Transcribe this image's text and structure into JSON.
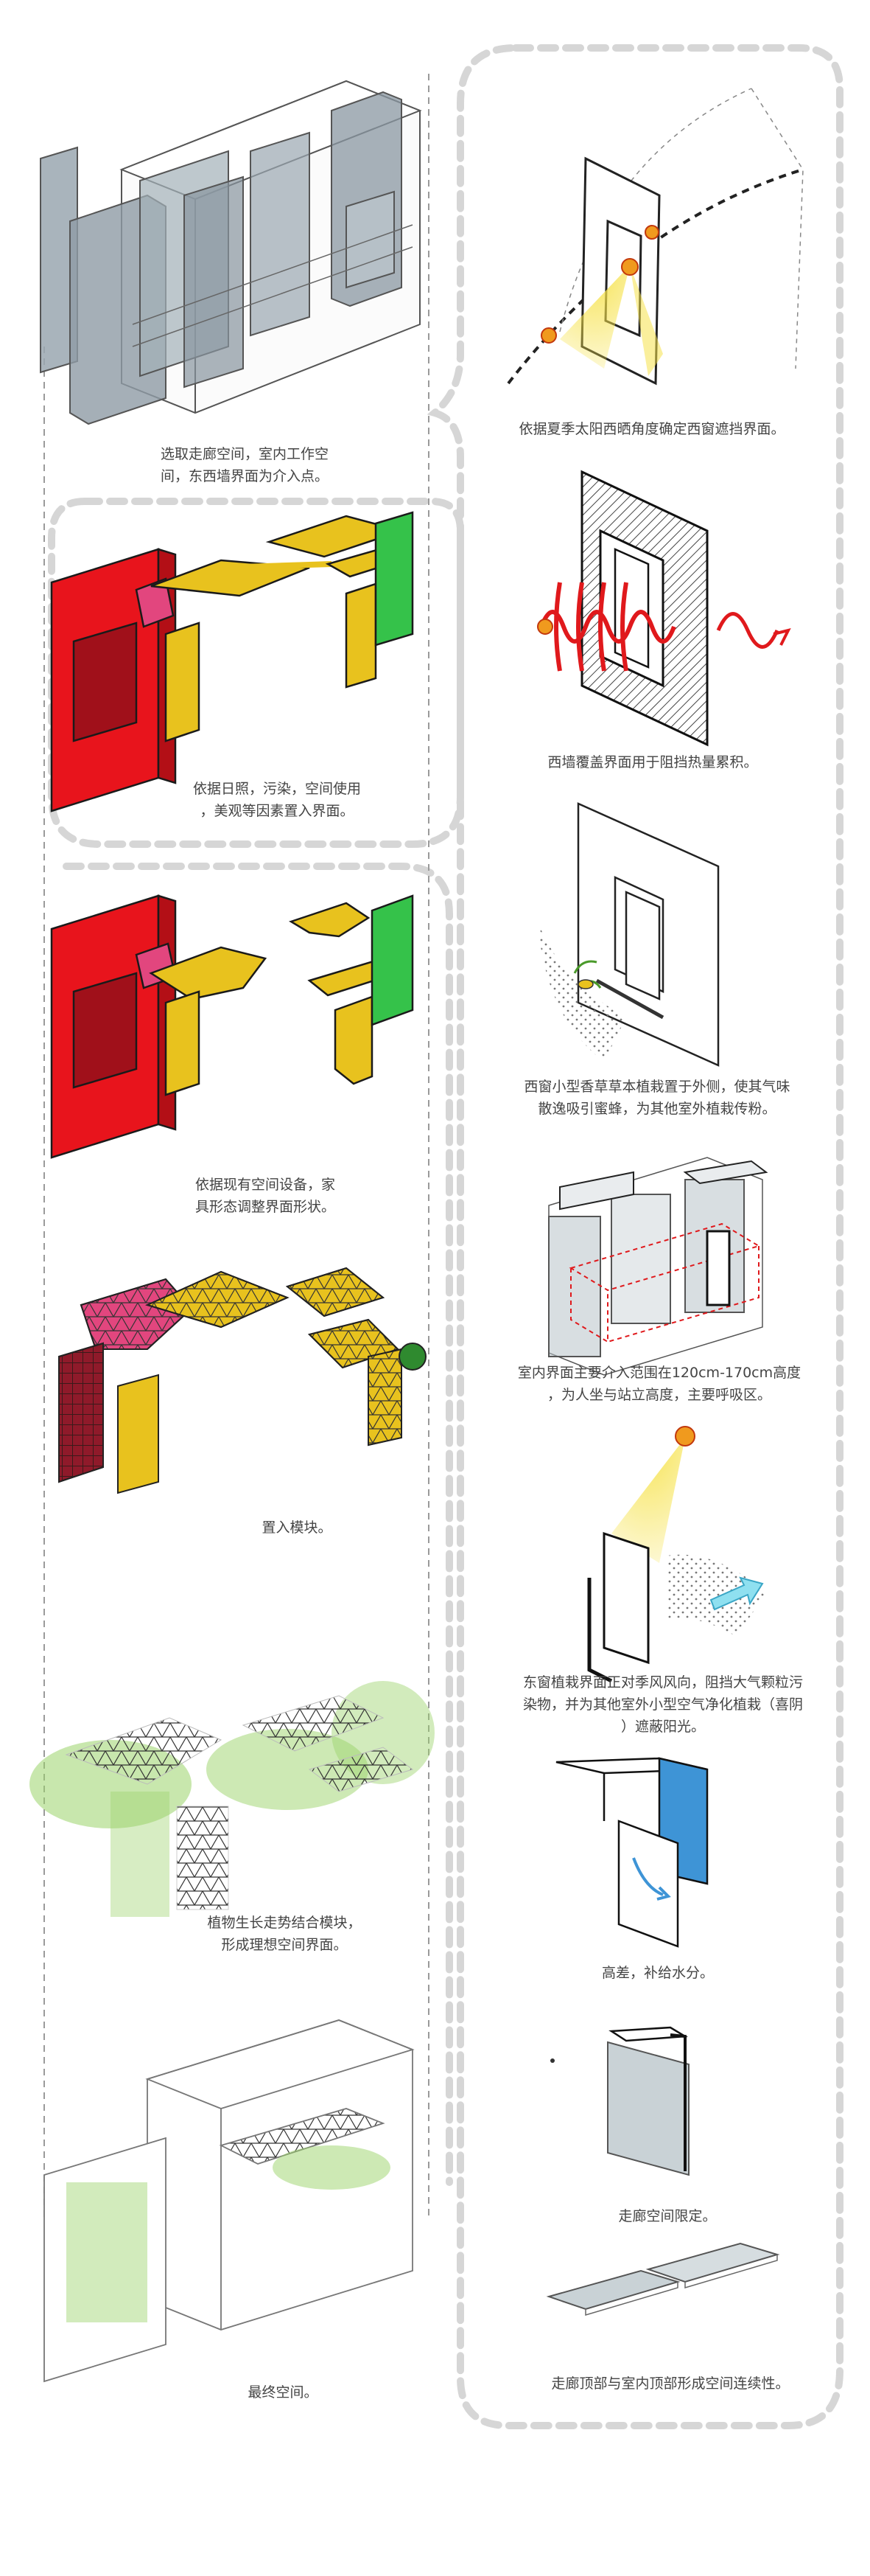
{
  "left_column": {
    "steps": [
      {
        "caption": "选取走廊空间，室内工作空\n间，东西墙界面为介入点。"
      },
      {
        "caption": "依据日照，污染，空间使用\n，美观等因素置入界面。"
      },
      {
        "caption": "依据现有空间设备，家\n具形态调整界面形状。"
      },
      {
        "caption": "置入模块。"
      },
      {
        "caption": "植物生长走势结合模块，\n形成理想空间界面。"
      },
      {
        "caption": "最终空间。"
      }
    ]
  },
  "right_column": {
    "steps": [
      {
        "caption": "依据夏季太阳西晒角度确定西窗遮挡界面。"
      },
      {
        "caption": "西墙覆盖界面用于阻挡热量累积。"
      },
      {
        "caption": "西窗小型香草草本植栽置于外侧，使其气味\n散逸吸引蜜蜂，为其他室外植栽传粉。"
      },
      {
        "caption": "室内界面主要介入范围在120cm-170cm高度\n，为人坐与站立高度，主要呼吸区。"
      },
      {
        "caption": "东窗植栽界面正对季风风向，阻挡大气颗粒污\n染物，并为其他室外小型空气净化植栽（喜阴\n）遮蔽阳光。"
      },
      {
        "caption": "高差，补给水分。"
      },
      {
        "caption": "走廊空间限定。"
      },
      {
        "caption": "走廊顶部与室内顶部形成空间连续性。"
      }
    ]
  },
  "colors": {
    "red": "#e8141c",
    "yellow": "#e8c21e",
    "green": "#35c24a",
    "pink": "#e2467e",
    "maroon": "#8f1a2a",
    "glass": "#9aa7b0",
    "sun": "#f5e24a",
    "heat": "#e0191c",
    "water": "#3e94d6",
    "plant": "#9bd36a",
    "dash": "#d5d5d5"
  }
}
